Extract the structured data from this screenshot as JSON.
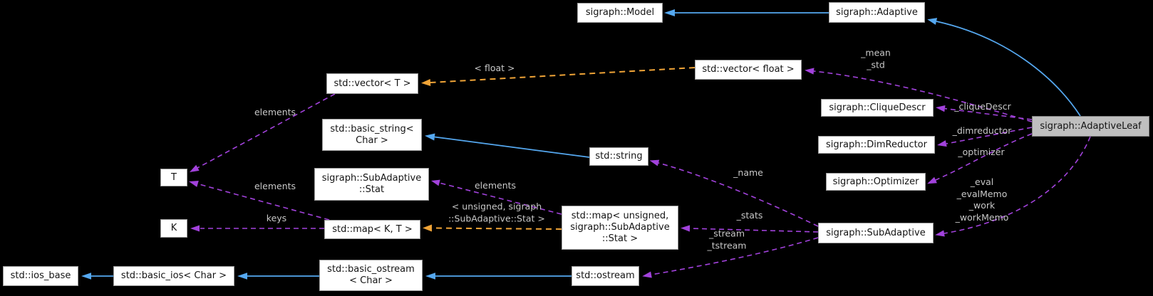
{
  "colors": {
    "background": "#000000",
    "node_fill": "#ffffff",
    "node_border": "#9a9a9a",
    "highlight_node_fill": "#bfbfbf",
    "inheritance_blue": "#55a8f0",
    "usage_purple": "#a242dc",
    "template_orange": "#f0a437",
    "edge_label_gray": "#c8c8c8"
  },
  "nodes": [
    {
      "id": "model",
      "label": "sigraph::Model"
    },
    {
      "id": "adaptive",
      "label": "sigraph::Adaptive"
    },
    {
      "id": "vector-float",
      "label": "std::vector< float >"
    },
    {
      "id": "vector-t",
      "label": "std::vector< T >"
    },
    {
      "id": "basic-string",
      "label": "std::basic_string<\nChar >"
    },
    {
      "id": "string",
      "label": "std::string"
    },
    {
      "id": "t",
      "label": "T"
    },
    {
      "id": "stat",
      "label": "sigraph::SubAdaptive\n::Stat"
    },
    {
      "id": "clique-descr",
      "label": "sigraph::CliqueDescr"
    },
    {
      "id": "dim-reductor",
      "label": "sigraph::DimReductor"
    },
    {
      "id": "optimizer",
      "label": "sigraph::Optimizer"
    },
    {
      "id": "adaptive-leaf",
      "label": "sigraph::AdaptiveLeaf"
    },
    {
      "id": "k",
      "label": "K"
    },
    {
      "id": "map-kt",
      "label": "std::map< K, T >"
    },
    {
      "id": "map-stat",
      "label": "std::map< unsigned,\nsigraph::SubAdaptive\n::Stat >"
    },
    {
      "id": "subadaptive",
      "label": "sigraph::SubAdaptive"
    },
    {
      "id": "ios-base",
      "label": "std::ios_base"
    },
    {
      "id": "basic-ios",
      "label": "std::basic_ios< Char >"
    },
    {
      "id": "basic-ostream",
      "label": "std::basic_ostream\n< Char >"
    },
    {
      "id": "ostream",
      "label": "std::ostream"
    }
  ],
  "edge_labels": [
    {
      "id": "elements-vector-t",
      "text": "elements"
    },
    {
      "id": "elements-map-kt",
      "text": "elements"
    },
    {
      "id": "keys",
      "text": "keys"
    },
    {
      "id": "elements-map-stat",
      "text": "elements"
    },
    {
      "id": "template-map-args",
      "text": "< unsigned, sigraph\n::SubAdaptive::Stat >"
    },
    {
      "id": "template-float-arg",
      "text": "< float >"
    },
    {
      "id": "mean-std",
      "text": "_mean\n_std"
    },
    {
      "id": "clique-descr-field",
      "text": "_cliqueDescr"
    },
    {
      "id": "dimreductor-field",
      "text": "_dimreductor"
    },
    {
      "id": "optimizer-field",
      "text": "_optimizer"
    },
    {
      "id": "eval-work-fields",
      "text": "_eval\n_evalMemo\n_work\n_workMemo"
    },
    {
      "id": "name-field",
      "text": "_name"
    },
    {
      "id": "stats-field",
      "text": "_stats"
    },
    {
      "id": "stream-fields",
      "text": "_stream\n_tstream"
    }
  ]
}
